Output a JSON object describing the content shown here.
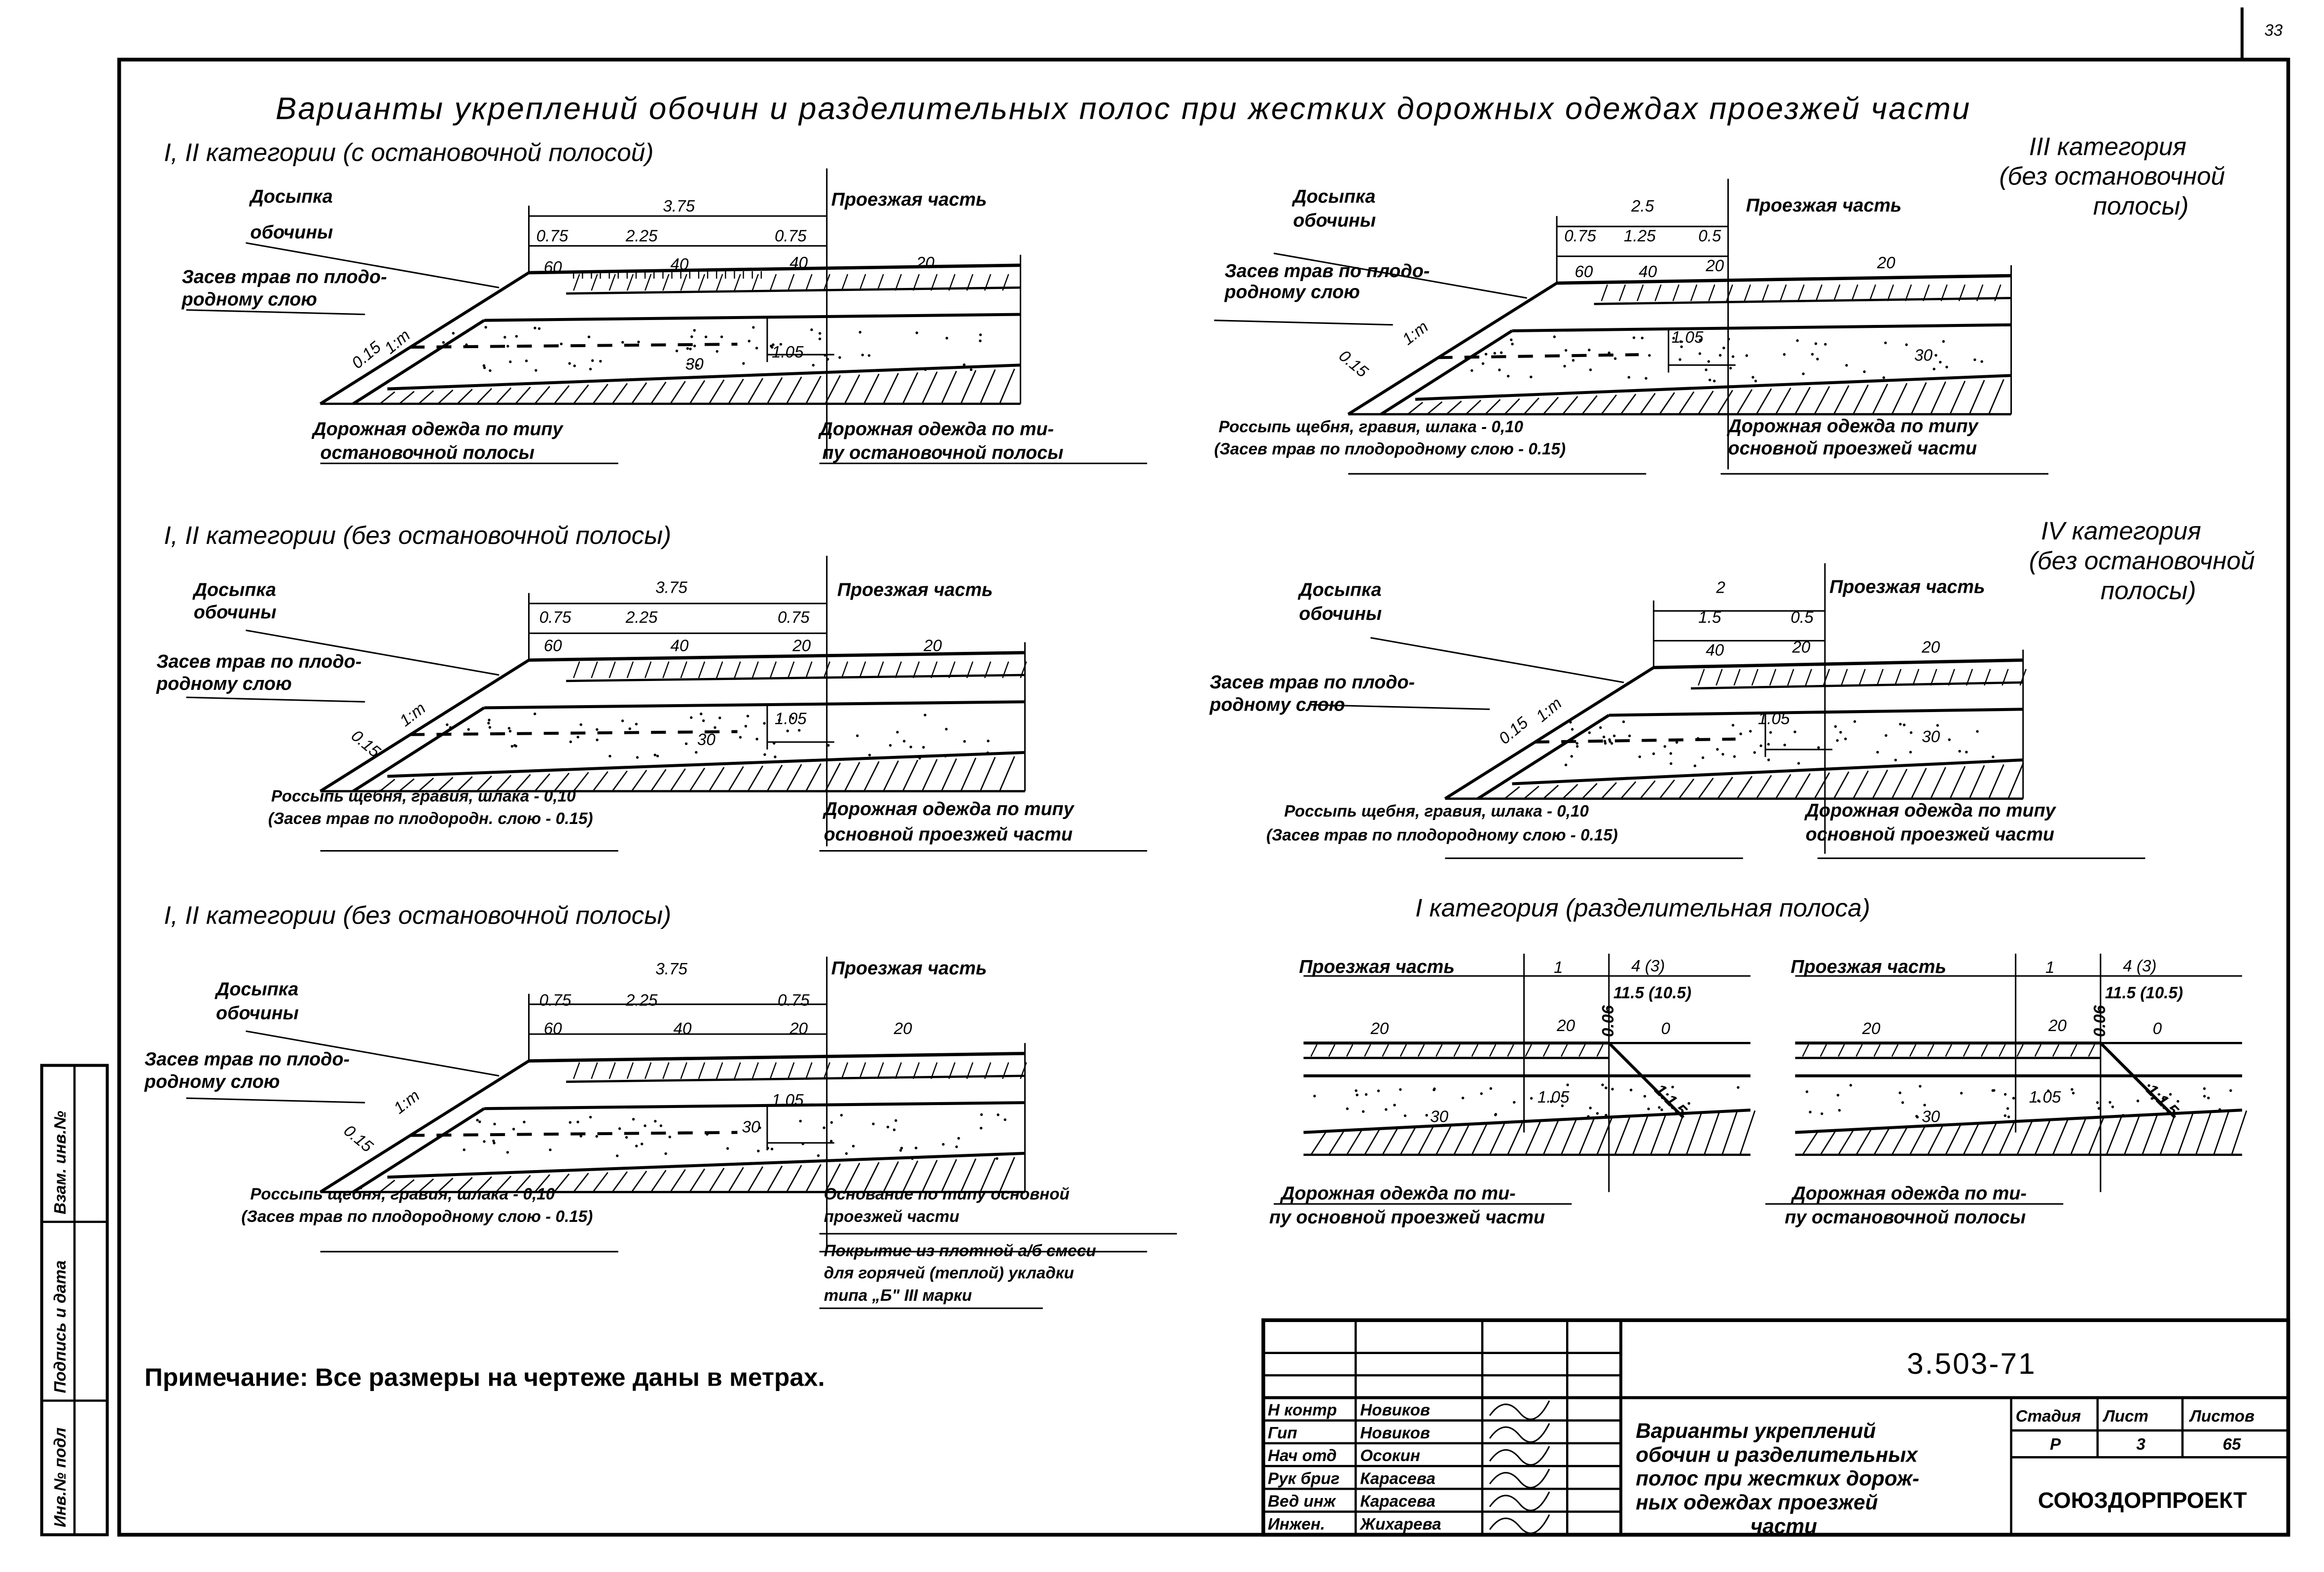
{
  "page_number": "33",
  "title": "Варианты укреплений обочин и разделительных полос при жестких дорожных одеждах проезжей части",
  "sections": [
    {
      "heading": "I, II категории (с остановочной полосой)",
      "label_fill": [
        "Досыпка",
        "обочины"
      ],
      "label_grass": [
        "Засев трав по плодо-",
        "родному слою"
      ],
      "roadway": "Проезжая часть",
      "dims": {
        "total": "3.75",
        "a": "0.75",
        "b": "2.25",
        "c": "0.75",
        "depth": "1.05",
        "thick": "0.15",
        "slope": "1:m"
      },
      "grades": [
        "60",
        "40",
        "40",
        "20",
        "30"
      ],
      "note_left": [
        "Дорожная одежда по типу",
        "остановочной полосы"
      ],
      "note_right": [
        "Дорожная одежда по ти-",
        "пу остановочной полосы"
      ]
    },
    {
      "heading": [
        "III категория",
        "(без остановочной",
        "полосы)"
      ],
      "label_fill": [
        "Досыпка",
        "обочины"
      ],
      "label_grass": [
        "Засев трав по плодо-",
        "родному слою"
      ],
      "roadway": "Проезжая часть",
      "dims": {
        "total": "2.5",
        "a": "0.75",
        "b": "1.25",
        "c": "0.5",
        "depth": "1.05",
        "thick": "0.15",
        "slope": "1:m"
      },
      "grades": [
        "60",
        "40",
        "20",
        "20",
        "30"
      ],
      "note_left": [
        "Россыпь щебня, гравия, шлака - 0,10",
        "(Засев трав по плодородному слою - 0.15)"
      ],
      "note_right": [
        "Дорожная одежда по типу",
        "основной проезжей части"
      ]
    },
    {
      "heading": "I, II категории (без остановочной полосы)",
      "label_fill": [
        "Досыпка",
        "обочины"
      ],
      "label_grass": [
        "Засев трав по плодо-",
        "родному слою"
      ],
      "roadway": "Проезжая часть",
      "dims": {
        "total": "3.75",
        "a": "0.75",
        "b": "2.25",
        "c": "0.75",
        "depth": "1.05",
        "thick": "0.15",
        "slope": "1:m"
      },
      "grades": [
        "60",
        "40",
        "20",
        "20",
        "30"
      ],
      "note_left": [
        "Россыпь щебня, гравия, шлака - 0,10",
        "(Засев трав по плодородн. слою - 0.15)"
      ],
      "note_right": [
        "Дорожная одежда по типу",
        "основной проезжей части"
      ]
    },
    {
      "heading": [
        "IV категория",
        "(без остановочной",
        "полосы)"
      ],
      "label_fill": [
        "Досыпка",
        "обочины"
      ],
      "label_grass": [
        "Засев трав по плодо-",
        "родному слою"
      ],
      "roadway": "Проезжая часть",
      "dims": {
        "total": "2",
        "a": "1.5",
        "c": "0.5",
        "depth": "1.05",
        "thick": "0.15",
        "slope": "1:m"
      },
      "grades": [
        "40",
        "20",
        "20",
        "30"
      ],
      "note_left": [
        "Россыпь щебня, гравия, шлака - 0,10",
        "(Засев трав по плодородному слою - 0.15)"
      ],
      "note_right": [
        "Дорожная одежда по типу",
        "основной проезжей части"
      ]
    },
    {
      "heading": "I, II категории (без остановочной полосы)",
      "label_fill": [
        "Досыпка",
        "обочины"
      ],
      "label_grass": [
        "Засев трав по плодо-",
        "родному слою"
      ],
      "roadway": "Проезжая часть",
      "dims": {
        "total": "3.75",
        "a": "0.75",
        "b": "2.25",
        "c": "0.75",
        "depth": "1.05",
        "thick": "0.15",
        "slope": "1:m"
      },
      "grades": [
        "60",
        "40",
        "20",
        "20",
        "30"
      ],
      "note_left": [
        "Россыпь щебня, гравия, шлака - 0,10",
        "(Засев трав по плодородному слою - 0.15)"
      ],
      "note_right": [
        "Основание по типу основной",
        "проезжей части"
      ],
      "note_extra": [
        "Покрытие из плотной а/б смеси",
        "для горячей (теплой) укладки",
        "типа „Б\" III марки"
      ]
    },
    {
      "heading": "I категория (разделительная полоса)",
      "roadway": "Проезжая часть",
      "dims": {
        "a": "1",
        "b": "4 (3)",
        "c": "11.5 (10.5)",
        "h": "0.06",
        "depth": "1.05",
        "slope": "1:1.5"
      },
      "grades": [
        "20",
        "20",
        "0",
        "30"
      ],
      "note_left": [
        "Дорожная одежда по ти-",
        "пу основной проезжей части"
      ],
      "note_right": [
        "Дорожная одежда по ти-",
        "пу остановочной полосы"
      ]
    }
  ],
  "note": "Примечание: Все размеры на чертеже даны в метрах.",
  "margin_stamp": [
    "Инв.№ подл",
    "Подпись и дата",
    "Взам. инв.№"
  ],
  "title_block": {
    "doc_code": "3.503-71",
    "roles": [
      "Н контр",
      "Гип",
      "Нач отд",
      "Рук бриг",
      "Вед инж",
      "Инжен."
    ],
    "names": [
      "Новиков",
      "Новиков",
      "Осокин",
      "Карасева",
      "Карасева",
      "Жихарева"
    ],
    "sheet_title": [
      "Варианты укреплений",
      "обочин и разделительных",
      "полос при жестких дорож-",
      "ных одеждах проезжей",
      "части"
    ],
    "stage_label": "Стадия",
    "sheet_label": "Лист",
    "sheets_label": "Листов",
    "stage": "Р",
    "sheet": "3",
    "sheets": "65",
    "organization": "СОЮЗДОРПРОЕКТ"
  }
}
